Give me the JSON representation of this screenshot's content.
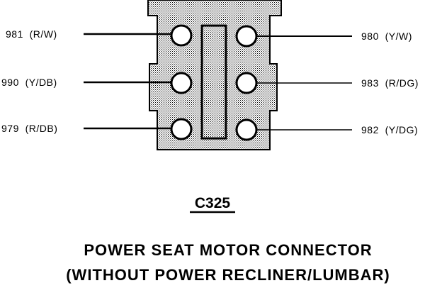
{
  "connector": {
    "id": "C325",
    "title": "POWER SEAT MOTOR CONNECTOR",
    "subtitle": "(WITHOUT POWER RECLINER/LUMBAR)"
  },
  "pins": {
    "left": [
      {
        "circuit": "981",
        "color": "(R/W)"
      },
      {
        "circuit": "990",
        "color": "(Y/DB)"
      },
      {
        "circuit": "979",
        "color": "(R/DB)"
      }
    ],
    "right": [
      {
        "circuit": "980",
        "color": "(Y/W)"
      },
      {
        "circuit": "983",
        "color": "(R/DG)"
      },
      {
        "circuit": "982",
        "color": "(Y/DG)"
      }
    ]
  },
  "labels": {
    "left_0": "981  (R/W)",
    "left_1": "990  (Y/DB)",
    "left_2": "979  (R/DB)",
    "right_0": "980  (Y/W)",
    "right_1": "983  (R/DG)",
    "right_2": "982  (Y/DG)"
  }
}
